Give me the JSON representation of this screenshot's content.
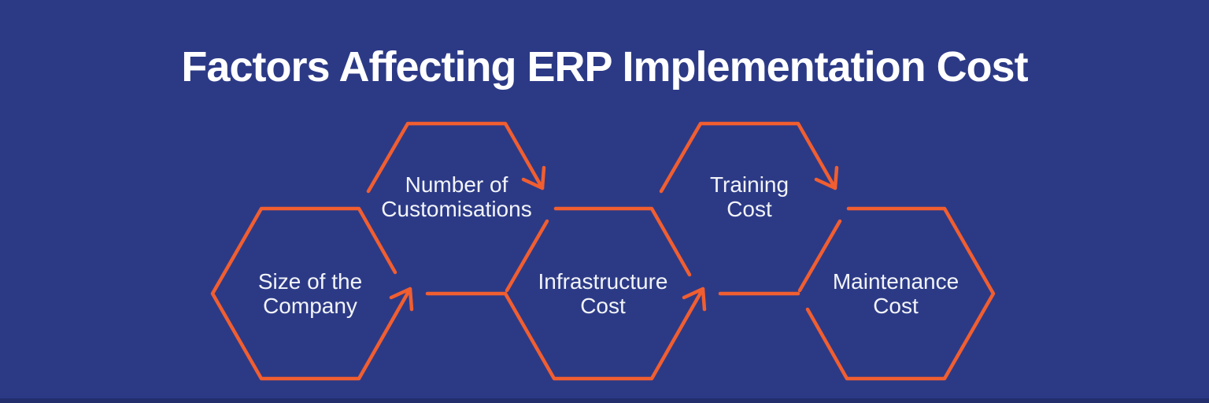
{
  "title": "Factors Affecting ERP Implementation Cost",
  "colors": {
    "background": "#2c3a86",
    "accent": "#f15e30",
    "text": "#f2f4f8",
    "title": "#ffffff"
  },
  "diagram": {
    "type": "hexagon-process-flow",
    "nodes": [
      {
        "id": "size-of-the-company",
        "lines": [
          "Size of the",
          "Company"
        ],
        "row": "bottom"
      },
      {
        "id": "number-of-customisations",
        "lines": [
          "Number of",
          "Customisations"
        ],
        "row": "top"
      },
      {
        "id": "infrastructure-cost",
        "lines": [
          "Infrastructure",
          "Cost"
        ],
        "row": "bottom"
      },
      {
        "id": "training-cost",
        "lines": [
          "Training",
          "Cost"
        ],
        "row": "top"
      },
      {
        "id": "maintenance-cost",
        "lines": [
          "Maintenance",
          "Cost"
        ],
        "row": "bottom"
      }
    ],
    "connections": [
      {
        "from": "size-of-the-company",
        "to": "number-of-customisations",
        "direction": "up-right"
      },
      {
        "from": "number-of-customisations",
        "to": "infrastructure-cost",
        "direction": "down-right"
      },
      {
        "from": "infrastructure-cost",
        "to": "training-cost",
        "direction": "up-right"
      },
      {
        "from": "training-cost",
        "to": "maintenance-cost",
        "direction": "down-right"
      }
    ]
  }
}
